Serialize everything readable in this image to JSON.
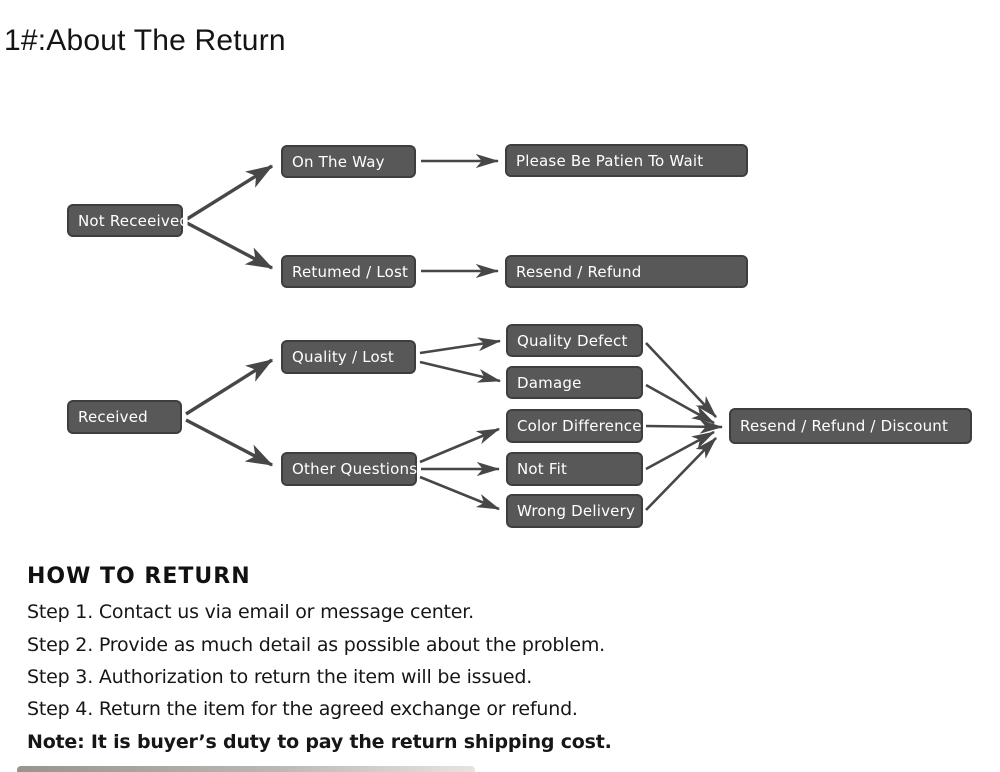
{
  "page_title": "1#:About The Return",
  "flowchart": {
    "nodes": {
      "not_received": "Not Receeived",
      "on_the_way": "On The Way",
      "please_wait": "Please Be Patien To Wait",
      "returned_lost": "Retumed / Lost",
      "resend_refund": "Resend / Refund",
      "received": "Received",
      "quality_lost": "Quality / Lost",
      "other_questions": "Other Questions",
      "quality_defect": "Quality Defect",
      "damage": "Damage",
      "color_difference": "Color Difference",
      "not_fit": "Not Fit",
      "wrong_delivery": "Wrong Delivery",
      "resend_refund_discount": "Resend / Refund / Discount"
    },
    "colors": {
      "node_fill": "#585858",
      "node_border": "#3e3e3e",
      "node_text": "#ffffff",
      "arrow": "#474747"
    }
  },
  "how_to_return": {
    "heading": "HOW TO RETURN",
    "steps": [
      "Step 1. Contact us via email or message center.",
      "Step 2. Provide as much detail as possible about the problem.",
      "Step 3. Authorization to return the item will be issued.",
      "Step 4. Return the item for the agreed exchange or refund."
    ],
    "note": "Note: It is buyer’s duty to pay the return shipping cost."
  }
}
